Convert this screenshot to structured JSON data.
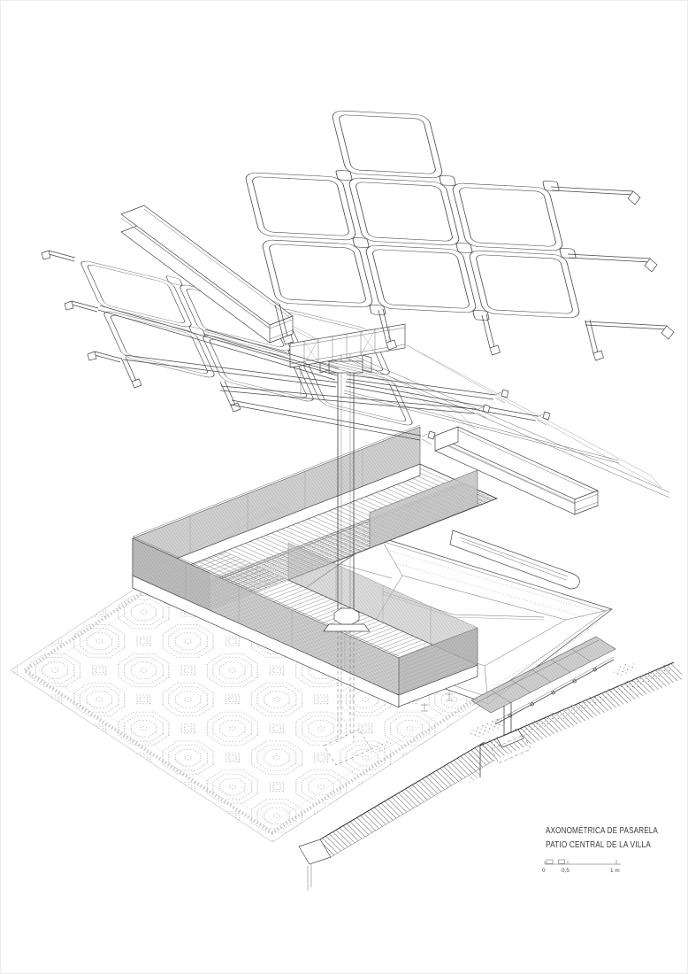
{
  "document": {
    "kind": "architectural axonometric line drawing",
    "background": "#ffffff",
    "ink": "#3f3f3f"
  },
  "title_block": {
    "line1": "AXONOMÉTRICA DE PASARELA",
    "line2": "PATIO CENTRAL DE LA VILLA"
  },
  "scale_bar": {
    "zero": "0",
    "half": "0,5",
    "one": "1 m"
  },
  "palette": {
    "mesh_panel": "#c9c9c9",
    "mesh_panel_dark": "#9f9f9f",
    "hatch_line": "#6a6a6a",
    "tile_line": "#adadad"
  }
}
